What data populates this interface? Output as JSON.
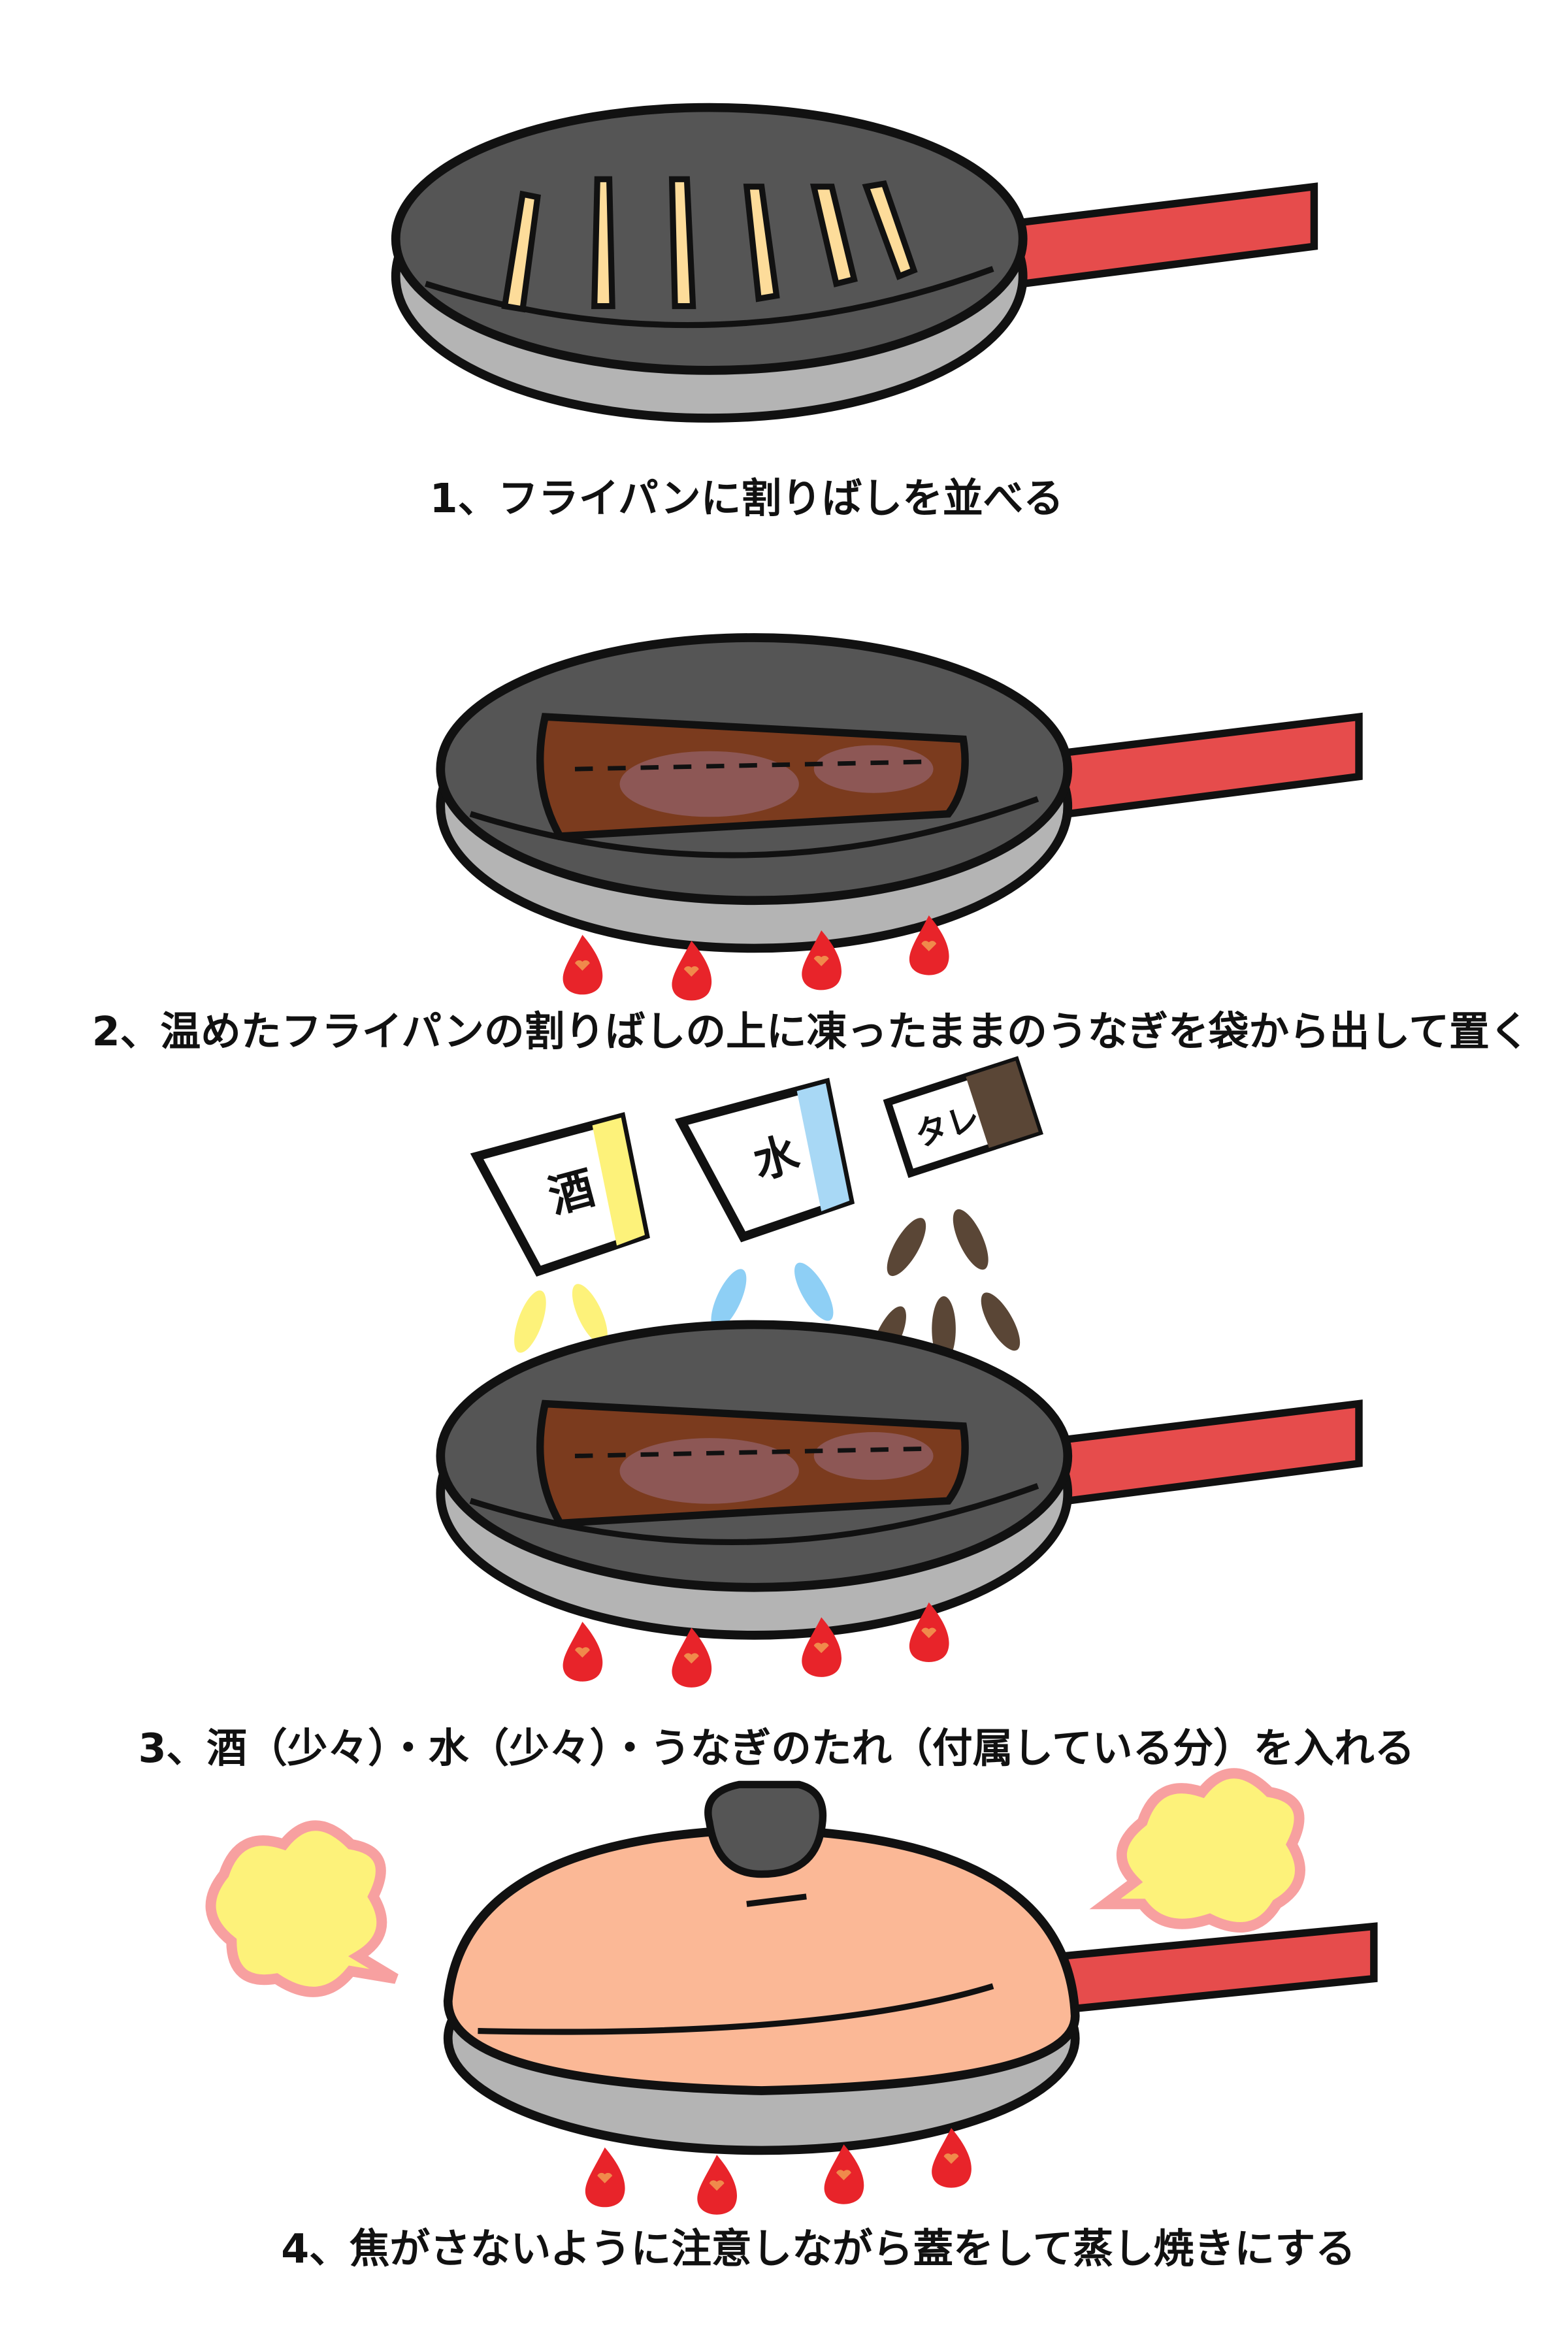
{
  "steps": [
    {
      "caption": "1、フライパンに割りばしを並べる"
    },
    {
      "caption": "2、温めたフライパンの割りばしの上に凍ったままのうなぎを袋から出して置く"
    },
    {
      "caption": "3、酒（少々）・水（少々）・うなぎのたれ（付属している分）を入れる"
    },
    {
      "caption": "4、焦がさないように注意しながら蓋をして蒸し焼きにする"
    }
  ],
  "containers": {
    "sake": "酒",
    "water": "水",
    "tare": "タレ"
  },
  "colors": {
    "pan": "#555555",
    "rim": "#b4b4b4",
    "handle": "#e64c4c",
    "eel": "#7b3b1e",
    "chopstick": "#fddc9a",
    "flame": "#e8242a",
    "lid": "#fbb896",
    "steam": "#fdf27a"
  }
}
